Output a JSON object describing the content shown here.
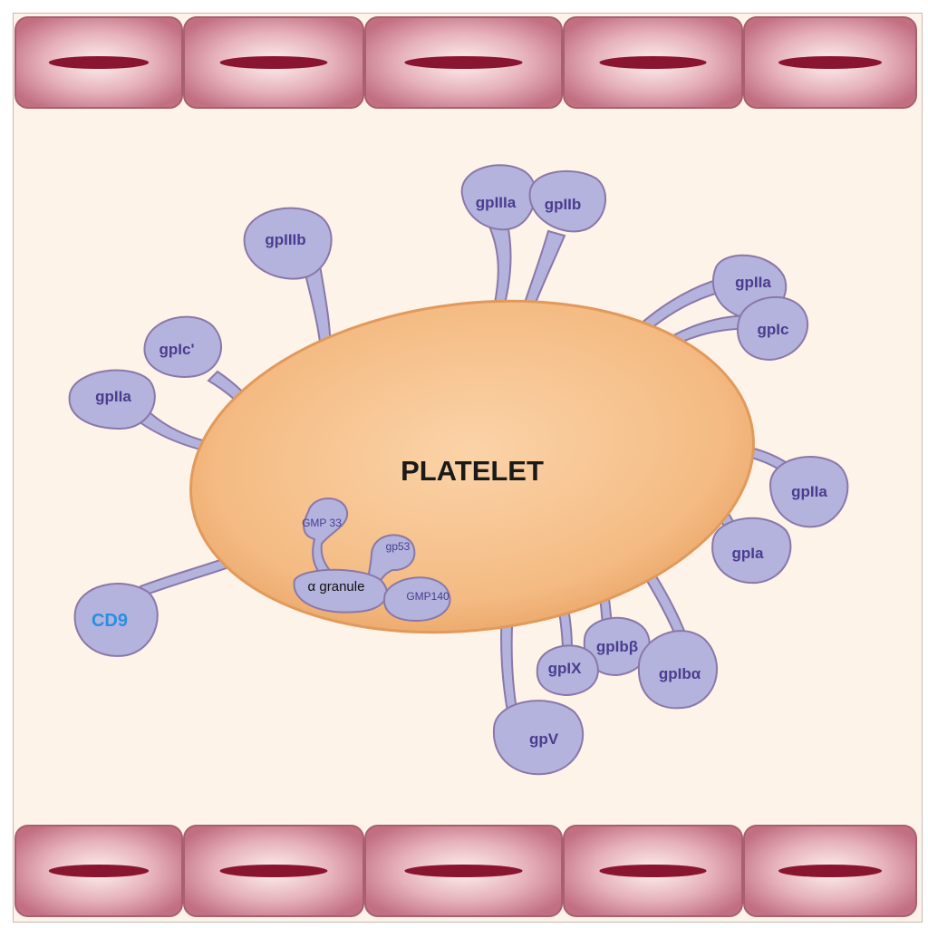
{
  "title": "PLATELET",
  "granule_label": "α granule",
  "granule_proteins": [
    "GMP 33",
    "gp53",
    "GMP140"
  ],
  "cd9_label": "CD9",
  "receptors": {
    "gpIIIa": "gpIIIa",
    "gpIIb": "gpIIb",
    "gpIIIb": "gpIIIb",
    "gpIIa_top_right": "gpIIa",
    "gpIc": "gpIc",
    "gpIc_prime": "gpIc'",
    "gpIIa_left": "gpIIa",
    "gpIIa_right": "gpIIa",
    "gpIa": "gpIa",
    "gpIb_beta": "gpIbβ",
    "gpIb_alpha": "gpIbα",
    "gpIX": "gpIX",
    "gpV": "gpV"
  },
  "colors": {
    "platelet_fill": "#f2b47a",
    "receptor_fill": "#b3b3dd",
    "receptor_stroke": "#8a78a8",
    "receptor_text": "#4a3d8f",
    "cd9_text": "#2a8fe0",
    "endothelium": "#c97a8a",
    "nucleus": "#8a1530"
  }
}
